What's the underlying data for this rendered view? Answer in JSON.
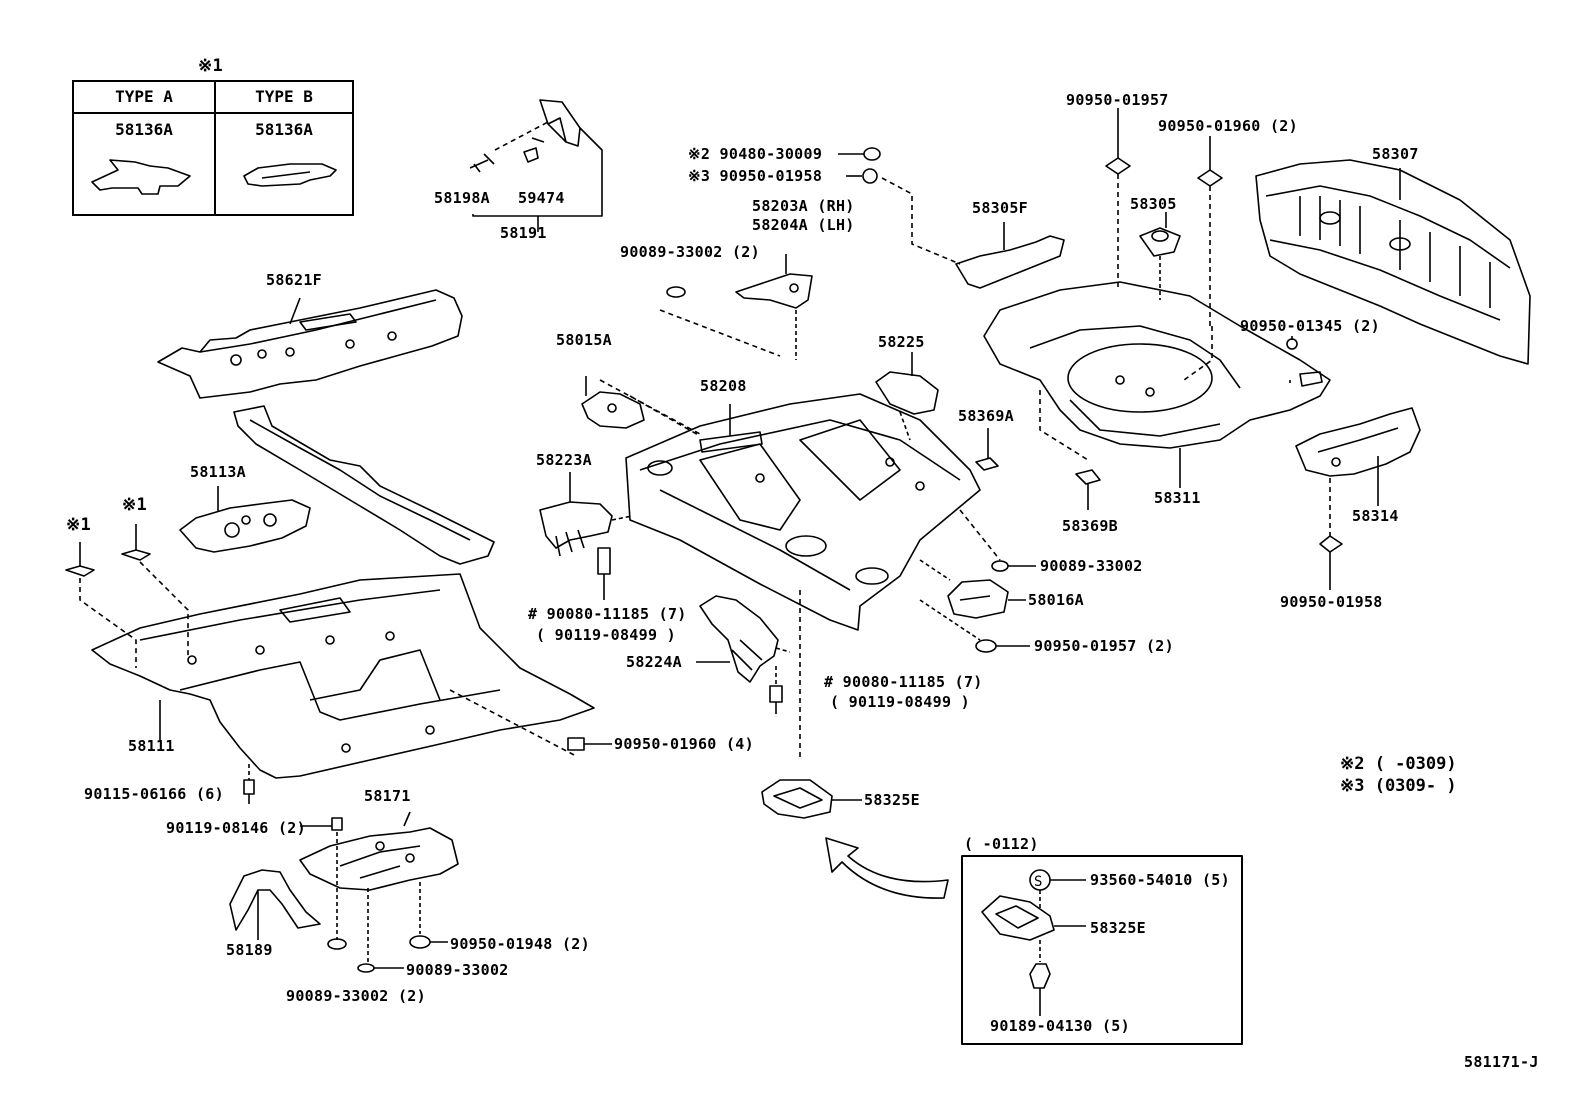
{
  "table": {
    "marker": "※1",
    "col_a": "TYPE A",
    "col_b": "TYPE B",
    "part_a": "58136A",
    "part_b": "58136A"
  },
  "labels": {
    "p58198a": "58198A",
    "p59474": "59474",
    "p58191": "58191",
    "p58621f": "58621F",
    "p58113a": "58113A",
    "mark1_left": "※1",
    "mark1_right": "※1",
    "p58111": "58111",
    "p90115": "90115-06166 (6)",
    "p90119_08146": "90119-08146 (2)",
    "p58171": "58171",
    "p58189": "58189",
    "p90950_01948": "90950-01948 (2)",
    "p90089_33002_a": "90089-33002",
    "p90089_33002_2b": "90089-33002 (2)",
    "p90950_01960_4": "90950-01960 (4)",
    "p90480": "※2  90480-30009",
    "p90950_01958_top": "※3  90950-01958",
    "p58203a": "58203A (RH)",
    "p58204a": "58204A (LH)",
    "p90089_33002_2a": "90089-33002 (2)",
    "p58015a": "58015A",
    "p58208": "58208",
    "p58225": "58225",
    "p58223a": "58223A",
    "p90080_a": "#  90080-11185 (7)",
    "p90119_08499_a": "( 90119-08499 )",
    "p58224a": "58224A",
    "p90080_b": "#  90080-11185 (7)",
    "p90119_08499_b": "( 90119-08499 )",
    "p58325e": "58325E",
    "p58369a": "58369A",
    "p58369b": "58369B",
    "p90089_33002_c": "90089-33002",
    "p58016a": "58016A",
    "p90950_01957_2": "90950-01957 (2)",
    "p58305f": "58305F",
    "p90950_01957": "90950-01957",
    "p90950_01960_2": "90950-01960 (2)",
    "p58305": "58305",
    "p58307": "58307",
    "p90950_01345": "90950-01345 (2)",
    "p58311": "58311",
    "p58314": "58314",
    "p90950_01958": "90950-01958",
    "inset_range": "(        -0112)",
    "p93560": "93560-54010 (5)",
    "p58325e_inset": "58325E",
    "p90189": "90189-04130 (5)",
    "note2": "※2  (        -0309)",
    "note3": "※3  (0309-        )",
    "drawing_id": "581171-J"
  }
}
